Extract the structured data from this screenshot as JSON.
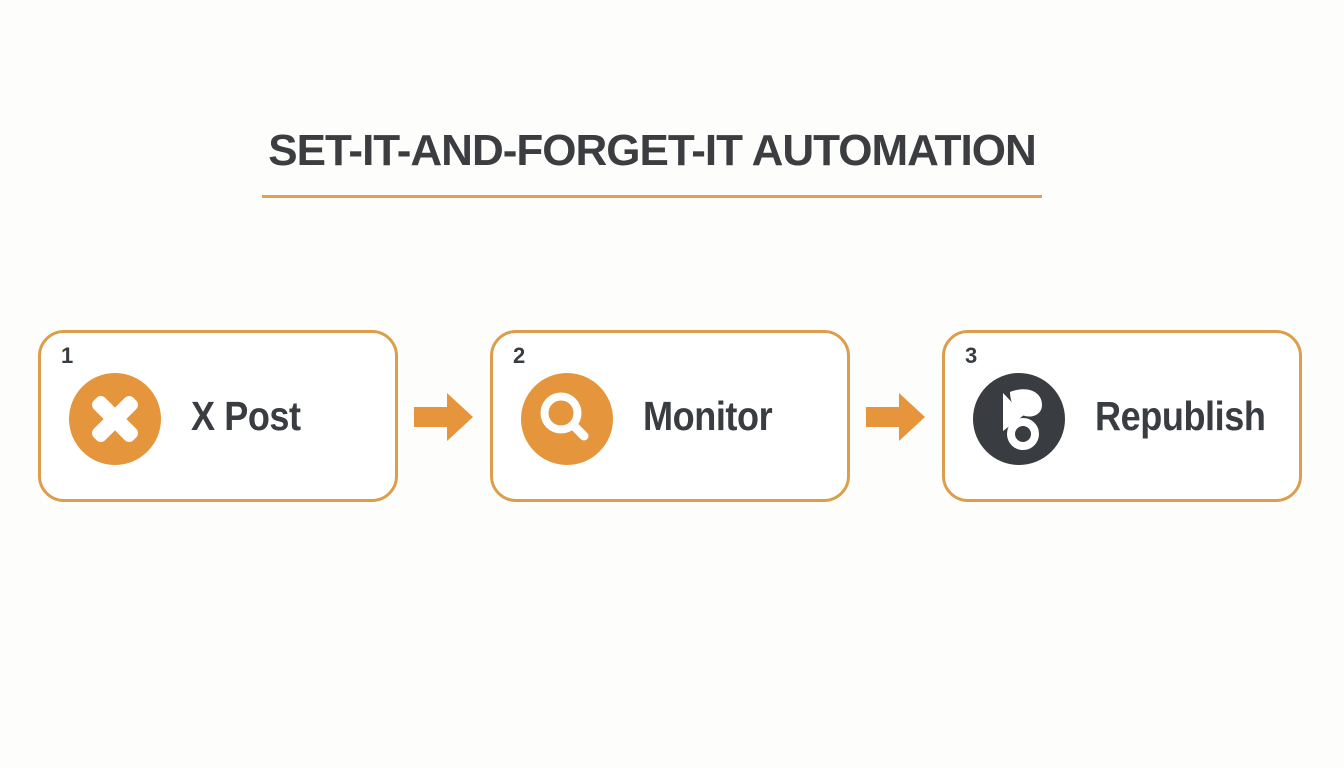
{
  "header": {
    "title": "SET-IT-AND-FORGET-IT AUTOMATION"
  },
  "colors": {
    "accent_orange": "#e5953c",
    "box_border_orange": "#dd9e4c",
    "underline_orange": "#e2a14e",
    "dark_text": "#3b3d41",
    "charcoal_icon_bg": "#393c41",
    "icon_glyph_white": "#ffffff",
    "page_background": "#fdfdfc"
  },
  "flow": {
    "steps": [
      {
        "number": "1",
        "label": "X Post",
        "icon": "x-post-icon",
        "icon_bg": "#e5953c"
      },
      {
        "number": "2",
        "label": "Monitor",
        "icon": "magnifier-icon",
        "icon_bg": "#e5953c"
      },
      {
        "number": "3",
        "label": "Republish",
        "icon": "republish-logo-icon",
        "icon_bg": "#393c41"
      }
    ],
    "connector": "right-arrow"
  }
}
